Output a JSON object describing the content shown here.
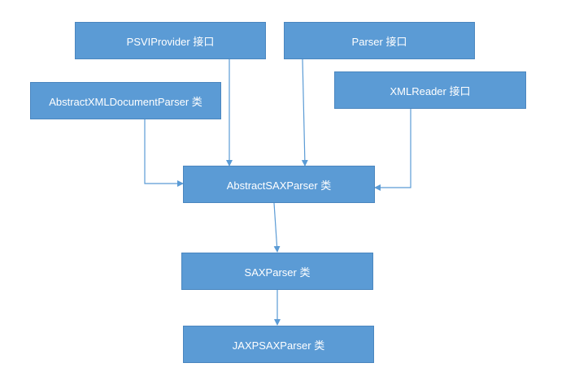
{
  "nodes": {
    "psviprovider": "PSVIProvider 接口",
    "parser": "Parser 接口",
    "abstract_xml_document_parser": "AbstractXMLDocumentParser 类",
    "xmlreader": "XMLReader 接口",
    "abstract_sax_parser": "AbstractSAXParser 类",
    "sax_parser": "SAXParser 类",
    "jaxp_sax_parser": "JAXPSAXParser 类"
  },
  "colors": {
    "node_fill": "#5b9bd5",
    "node_text": "#ffffff",
    "edge": "#5b9bd5"
  },
  "edges": [
    {
      "from": "psviprovider",
      "to": "abstract_sax_parser"
    },
    {
      "from": "parser",
      "to": "abstract_sax_parser"
    },
    {
      "from": "abstract_xml_document_parser",
      "to": "abstract_sax_parser"
    },
    {
      "from": "xmlreader",
      "to": "abstract_sax_parser"
    },
    {
      "from": "abstract_sax_parser",
      "to": "sax_parser"
    },
    {
      "from": "sax_parser",
      "to": "jaxp_sax_parser"
    }
  ]
}
